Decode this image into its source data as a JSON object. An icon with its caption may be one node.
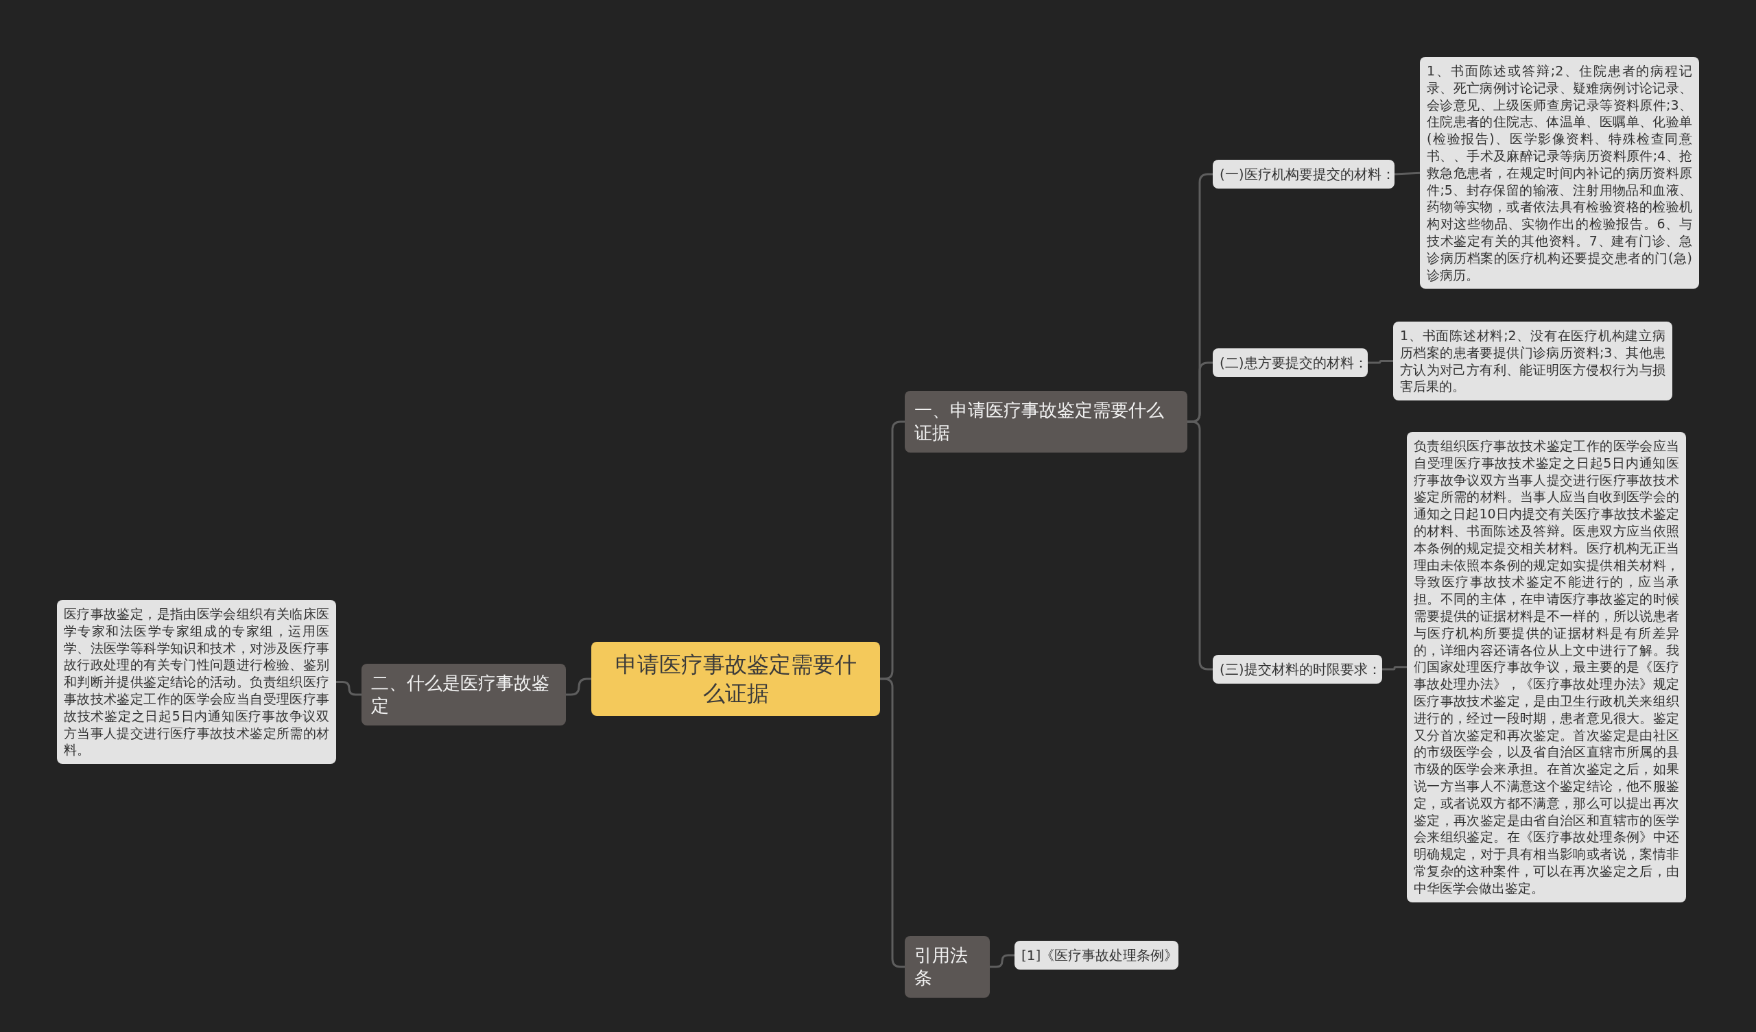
{
  "diagram": {
    "nodes": [
      {
        "text": [
          "申请医疗事故鉴定需要什么证据"
        ]
      },
      {
        "text": [
          "一、申请医疗事故鉴定需要什么证据"
        ]
      },
      {
        "text": [
          "(一)医疗机构要提交的材料："
        ]
      },
      {
        "text": [
          "1、书面陈述或答辩;2、住院患者的病程记录、死亡病例讨论记录、疑难病例讨论记录、会诊意见、上级医师查房记录等资料原件;3、住院患者的住院志、体温单、医嘱单、化验单(检验报告)、医学影像资料、特殊检查同意书、、手术及麻醉记录等病历资料原件;4、抢救急危患者，在规定时间内补记的病历资料原件;5、封存保留的输液、注射用物品和血液、药物等实物，或者依法具有检验资格的检验机构对这些物品、实物作出的检验报告。6、与技术鉴定有关的其他资料。7、建有门诊、急诊病历档案的医疗机构还要提交患者的门(急)诊病历。"
        ]
      },
      {
        "text": [
          "(二)患方要提交的材料："
        ]
      },
      {
        "text": [
          "1、书面陈述材料;2、没有在医疗机构建立病历档案的患者要提供门诊病历资料;3、其他患方认为对己方有利、能证明医方侵权行为与损害后果的。"
        ]
      },
      {
        "text": [
          "(三)提交材料的时限要求："
        ]
      },
      {
        "text": [
          "负责组织医疗事故技术鉴定工作的医学会应当自受理医疗事故技术鉴定之日起5日内通知医疗事故争议双方当事人提交进行医疗事故技术鉴定所需的材料。当事人应当自收到医学会的通知之日起10日内提交有关医疗事故技术鉴定的材料、书面陈述及答辩。医患双方应当依照本条例的规定提交相关材料。医疗机构无正当理由未依照本条例的规定如实提供相关材料，导致医疗事故技术鉴定不能进行的，应当承担。不同的主体，在申请医疗事故鉴定的时候需要提供的证据材料是不一样的，所以说患者与医疗机构所要提供的证据材料是有所差异的，详细内容还请各位从上文中进行了解。我们国家处理医疗事故争议，最主要的是《医疗事故处理办法》，《医疗事故处理办法》规定医疗事故技术鉴定，是由卫生行政机关来组织进行的，经过一段时期，患者意见很大。鉴定又分首次鉴定和再次鉴定。首次鉴定是由社区的市级医学会，以及省自治区直辖市所属的县市级的医学会来承担。在首次鉴定之后，如果说一方当事人不满意这个鉴定结论，他不服鉴定，或者说双方都不满意，那么可以提出再次鉴定，再次鉴定是由省自治区和直辖市的医学会来组织鉴定。在《医疗事故处理条例》中还明确规定，对于具有相当影响或者说，案情非常复杂的这种案件，可以在再次鉴定之后，由中华医学会做出鉴定。"
        ]
      },
      {
        "text": [
          "引用法条"
        ]
      },
      {
        "text": [
          "[1]《医疗事故处理条例》"
        ]
      },
      {
        "text": [
          "二、什么是医疗事故鉴定"
        ]
      },
      {
        "text": [
          "医疗事故鉴定，是指由医学会组织有关临床医学专家和法医学专家组成的专家组，运用医学、法医学等科学知识和技术，对涉及医疗事故行政处理的有关专门性问题进行检验、鉴别和判断并提供鉴定结论的活动。负责组织医疗事故技术鉴定工作的医学会应当自受理医疗事故技术鉴定之日起5日内通知医疗事故争议双方当事人提交进行医疗事故技术鉴定所需的材料。"
        ]
      }
    ],
    "edges": [
      {
        "from": 0,
        "to": 1,
        "arrow": "none"
      },
      {
        "from": 1,
        "to": 2,
        "arrow": "none"
      },
      {
        "from": 2,
        "to": 3,
        "arrow": "none"
      },
      {
        "from": 1,
        "to": 4,
        "arrow": "none"
      },
      {
        "from": 4,
        "to": 5,
        "arrow": "none"
      },
      {
        "from": 1,
        "to": 6,
        "arrow": "none"
      },
      {
        "from": 6,
        "to": 7,
        "arrow": "none"
      },
      {
        "from": 0,
        "to": 8,
        "arrow": "none"
      },
      {
        "from": 8,
        "to": 9,
        "arrow": "none"
      },
      {
        "from": 0,
        "to": 10,
        "arrow": "none"
      },
      {
        "from": 10,
        "to": 11,
        "arrow": "none"
      }
    ]
  }
}
